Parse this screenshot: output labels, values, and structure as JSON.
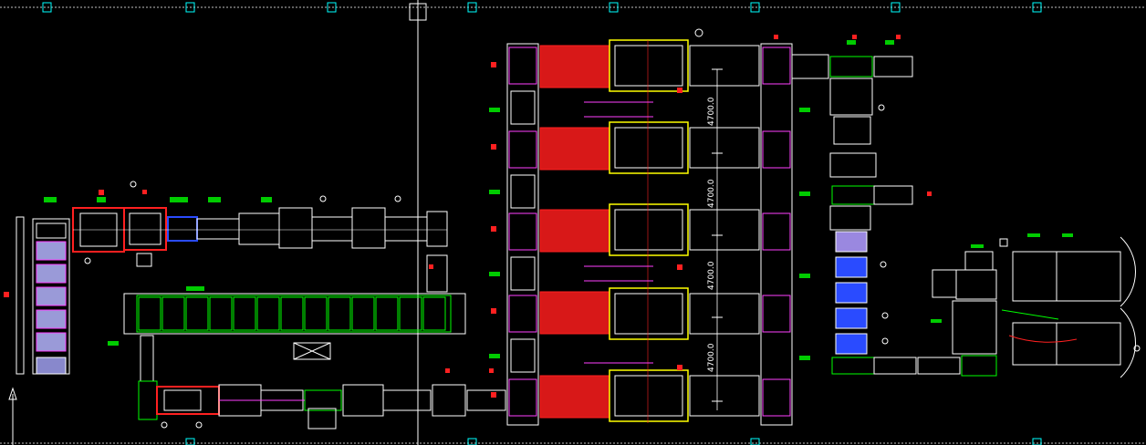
{
  "colors": {
    "background": "#000000",
    "frame": "#ffffff",
    "cyan": "#00ffff",
    "red": "#ff2020",
    "yellow": "#ffff00",
    "magenta": "#ff40ff",
    "green": "#00ff00",
    "blue": "#2a4bff",
    "gray": "#bfbfbf"
  },
  "dimensions": [
    {
      "id": "dim-1",
      "label": "4700.0"
    },
    {
      "id": "dim-2",
      "label": "4700.0"
    },
    {
      "id": "dim-3",
      "label": "4700.0"
    },
    {
      "id": "dim-4",
      "label": "4700.0"
    }
  ],
  "icons": [
    "grid-marker-icon",
    "cursor-crosshair-icon",
    "ucs-arrow-icon"
  ]
}
